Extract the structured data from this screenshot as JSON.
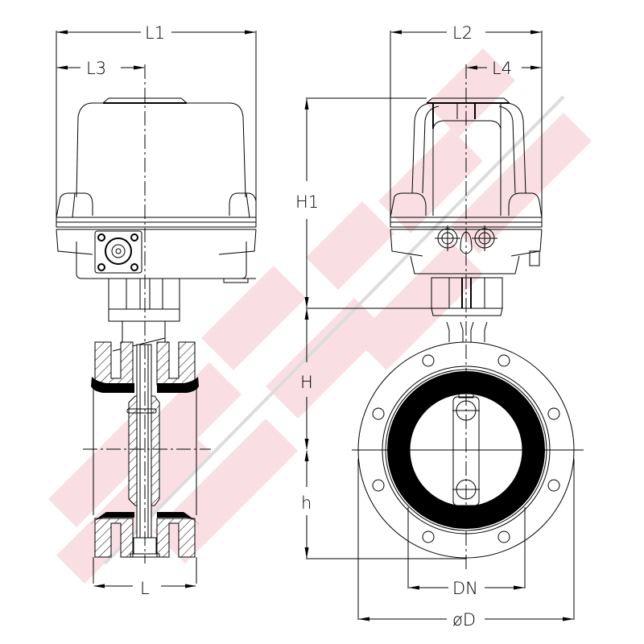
{
  "drawing": {
    "subject": "Electric actuated butterfly valve, two-view dimension drawing",
    "views": [
      "side-section-view",
      "front-view"
    ],
    "line_color": "#000000",
    "background_color": "#ffffff",
    "watermark_color": "#f9dfe3",
    "watermark_stripe_color": "#dcdcdc"
  },
  "dimensions": {
    "l1": "L1",
    "l2": "L2",
    "l3": "L3",
    "l4": "L4",
    "h1": "H1",
    "h": "H",
    "h_lower": "h",
    "l": "L",
    "dn": "DN",
    "od": "øD"
  }
}
